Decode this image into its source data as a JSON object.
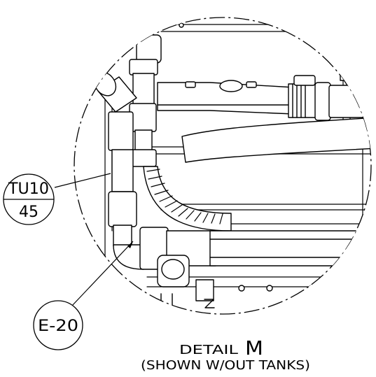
{
  "callouts": [
    {
      "line1": "TU10",
      "line2": "45"
    },
    {
      "line1": "E-20"
    }
  ],
  "caption": {
    "title": "DETAIL",
    "letter": "M",
    "subtitle": "(SHOWN W/OUT TANKS)"
  },
  "colors": {
    "ink": "#000000",
    "paper": "#ffffff"
  }
}
